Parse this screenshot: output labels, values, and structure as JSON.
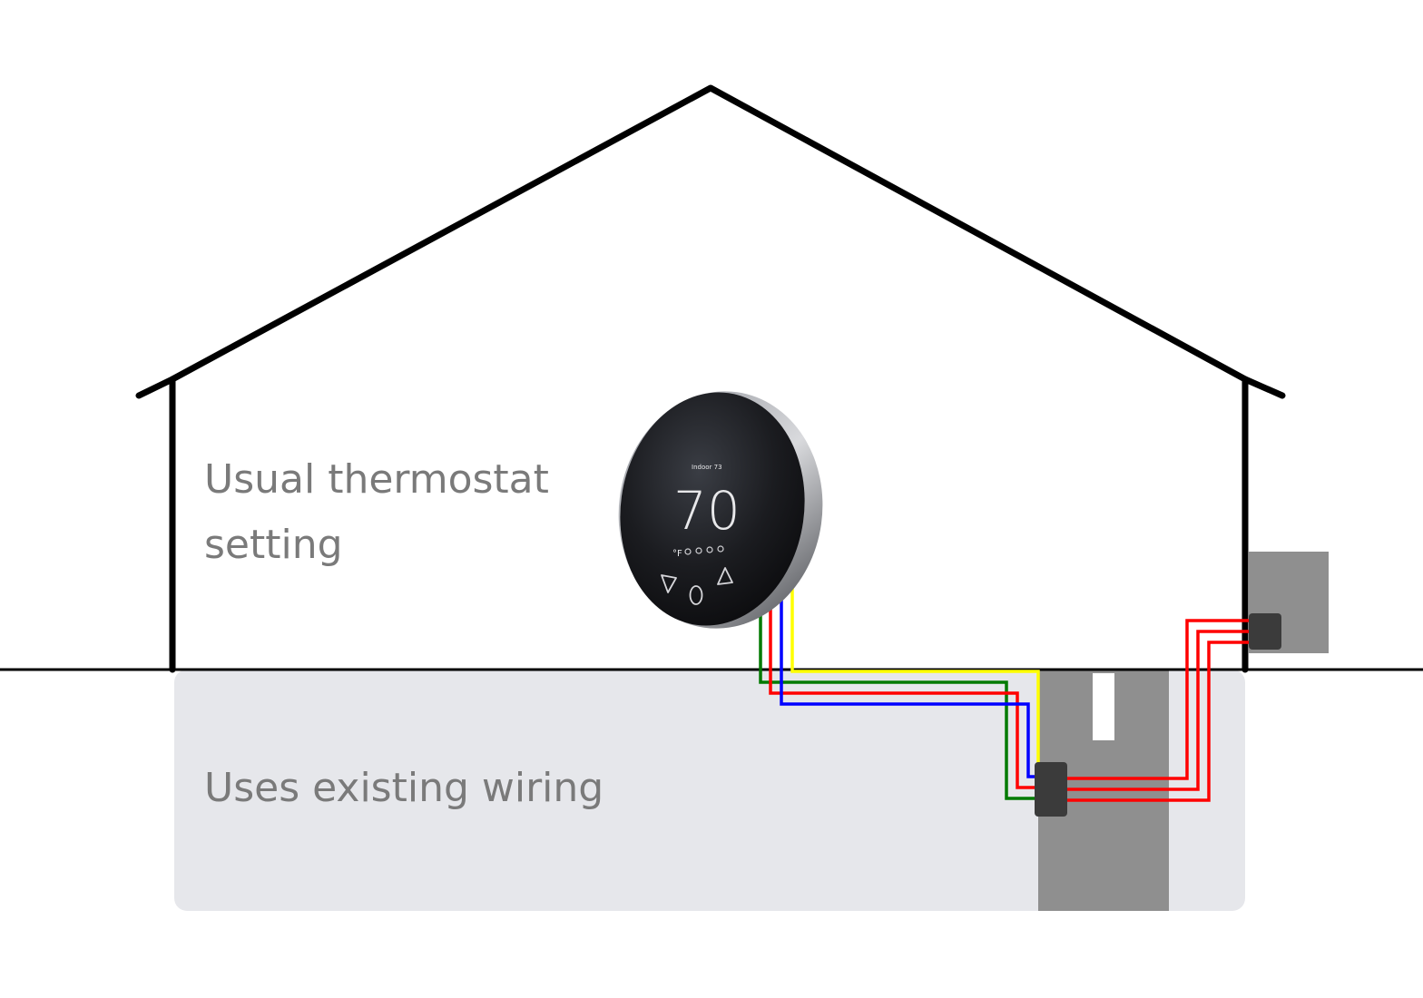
{
  "labels": {
    "upper_line1": "Usual thermostat",
    "upper_line2": "setting",
    "lower": "Uses existing wiring"
  },
  "thermostat": {
    "indoor_label": "Indoor 73",
    "temperature": "70",
    "unit": "°F"
  },
  "colors": {
    "outline": "#000000",
    "basement": "#e6e7eb",
    "equipment": "#8f8f8f",
    "junction": "#3b3b3b",
    "wire_red": "#ff0000",
    "wire_green": "#007a00",
    "wire_blue": "#0000ff",
    "wire_yellow": "#ffff00",
    "label_text": "#7a7a7a"
  }
}
